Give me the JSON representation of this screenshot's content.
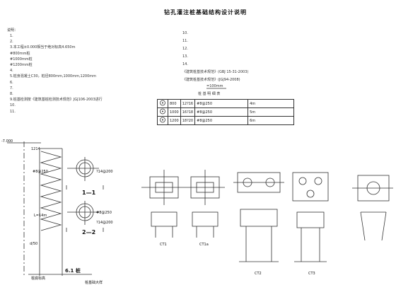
{
  "title": "钻孔灌注桩基础结构设计说明",
  "notes_header": "说明：",
  "notes_left": [
    "1.",
    "2.",
    "3.本工程±0.000相当于绝对标高4.650m",
    "   #800mm桩",
    "   #1000mm桩",
    "   #1200mm桩",
    "4.",
    "5.桩身混凝土C30，桩径800mm,1000mm,1200mm",
    "6.",
    "7.",
    "8.",
    "9.桩基检测按《建筑基桩检测技术规范》JGJ106-2003进行",
    "10.",
    "11."
  ],
  "notes_right": [
    "10.",
    "11.",
    "12.",
    "13.",
    "14.",
    "   《建筑桩基技术规范》(GBJ 15-31-2003)",
    "   《建筑桩基技术规范》(JGJ94-2008)"
  ],
  "note_13_value": "=100mm",
  "table_title": "桩 基 明 细 表",
  "pile_table": [
    {
      "d": "800",
      "bars": "12?16",
      "spiral": "#8@250",
      "len": "4m"
    },
    {
      "d": "1000",
      "bars": "16?18",
      "spiral": "#8@250",
      "len": "5m"
    },
    {
      "d": "1200",
      "bars": "18?20",
      "spiral": "#8@250",
      "len": "6m"
    }
  ],
  "elevation_top": "-7.000",
  "pile_length": "L=14m",
  "bottom_label": "d/50",
  "pile_bottom_note": "桩底标高",
  "stirrup_label": "#8@250",
  "stirrup_label2": "#8@250",
  "bar_label": "?14@200",
  "bar_label2": "?14@200",
  "pile_detail_label": "6.1 桩",
  "pile_detail_caption": "桩基础大样",
  "section_1": "1—1",
  "section_2": "2—2",
  "caps": [
    "CT1",
    "CT1a",
    "CT2",
    "CT3"
  ],
  "top_bar_label": "1214"
}
